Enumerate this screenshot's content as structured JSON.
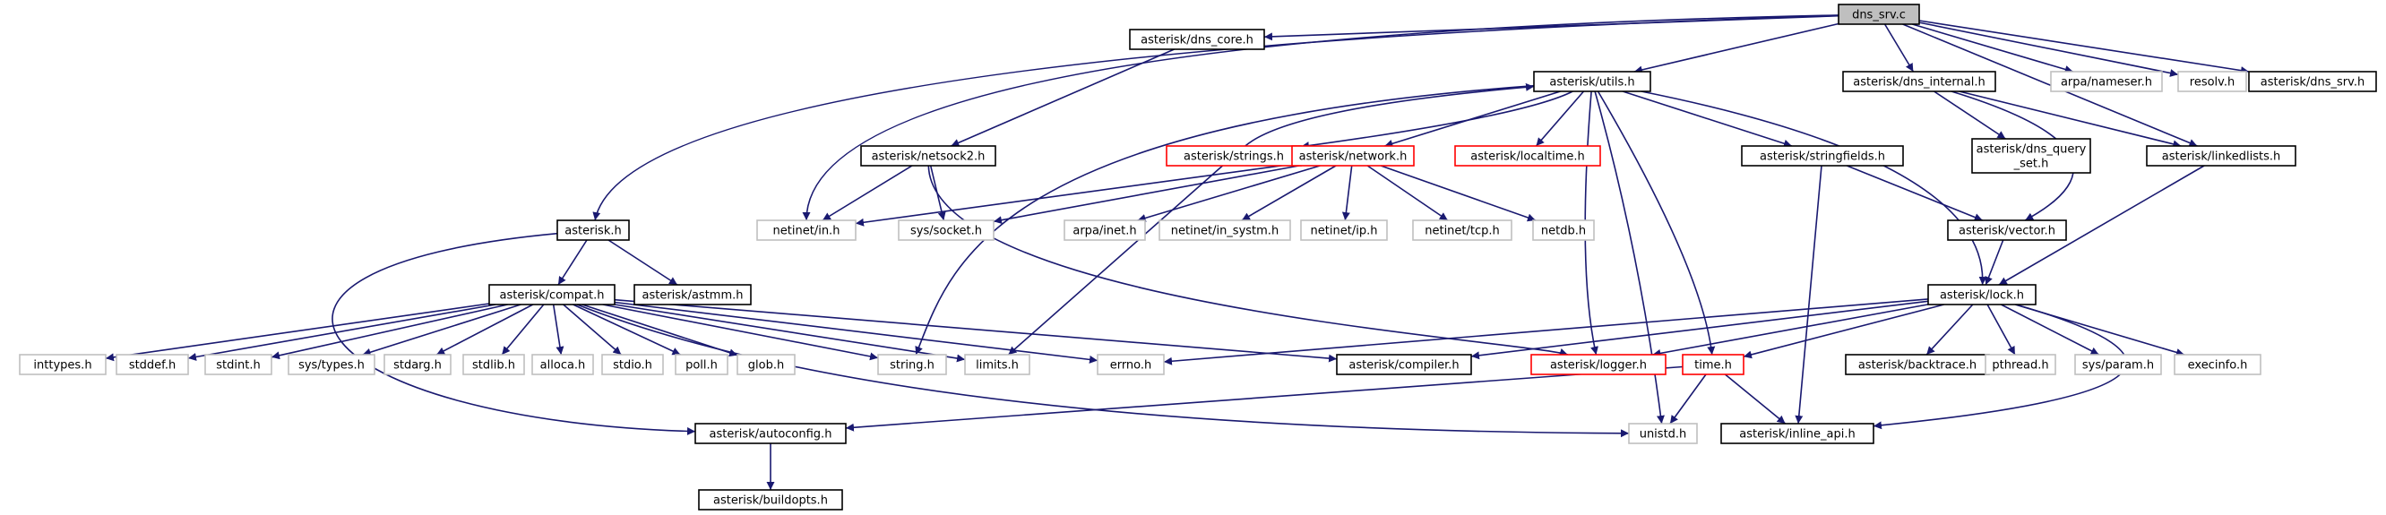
{
  "title": "dns_srv.c",
  "colors": {
    "edge": "#191970",
    "root_fill": "#bfbfbf",
    "documented_border": "#000000",
    "truncated_border": "#ff0000",
    "system_border": "#bfbfbf",
    "system_text": "#7f7f7f"
  },
  "nodes": [
    {
      "id": "dns_srv_c",
      "label": "dns_srv.c",
      "kind": "root"
    },
    {
      "id": "asterisk_h",
      "label": "asterisk.h",
      "kind": "documented"
    },
    {
      "id": "dns_core",
      "label": "asterisk/dns_core.h",
      "kind": "documented"
    },
    {
      "id": "utils",
      "label": "asterisk/utils.h",
      "kind": "documented"
    },
    {
      "id": "dns_internal",
      "label": "asterisk/dns_internal.h",
      "kind": "documented"
    },
    {
      "id": "nameser",
      "label": "arpa/nameser.h",
      "kind": "system"
    },
    {
      "id": "resolv",
      "label": "resolv.h",
      "kind": "system"
    },
    {
      "id": "dns_srv_h",
      "label": "asterisk/dns_srv.h",
      "kind": "documented"
    },
    {
      "id": "netsock2",
      "label": "asterisk/netsock2.h",
      "kind": "documented"
    },
    {
      "id": "strings",
      "label": "asterisk/strings.h",
      "kind": "truncated"
    },
    {
      "id": "network",
      "label": "asterisk/network.h",
      "kind": "truncated"
    },
    {
      "id": "localtime",
      "label": "asterisk/localtime.h",
      "kind": "truncated"
    },
    {
      "id": "stringfields",
      "label": "asterisk/stringfields.h",
      "kind": "documented"
    },
    {
      "id": "dns_query_set",
      "label": "asterisk/dns_query\n_set.h",
      "kind": "documented"
    },
    {
      "id": "linkedlists",
      "label": "asterisk/linkedlists.h",
      "kind": "documented"
    },
    {
      "id": "netinet_in",
      "label": "netinet/in.h",
      "kind": "system"
    },
    {
      "id": "sys_socket",
      "label": "sys/socket.h",
      "kind": "system"
    },
    {
      "id": "arpa_inet",
      "label": "arpa/inet.h",
      "kind": "system"
    },
    {
      "id": "in_systm",
      "label": "netinet/in_systm.h",
      "kind": "system"
    },
    {
      "id": "netinet_ip",
      "label": "netinet/ip.h",
      "kind": "system"
    },
    {
      "id": "netinet_tcp",
      "label": "netinet/tcp.h",
      "kind": "system"
    },
    {
      "id": "netdb",
      "label": "netdb.h",
      "kind": "system"
    },
    {
      "id": "vector",
      "label": "asterisk/vector.h",
      "kind": "documented"
    },
    {
      "id": "compat",
      "label": "asterisk/compat.h",
      "kind": "documented"
    },
    {
      "id": "astmm",
      "label": "asterisk/astmm.h",
      "kind": "documented"
    },
    {
      "id": "lock",
      "label": "asterisk/lock.h",
      "kind": "documented"
    },
    {
      "id": "inttypes",
      "label": "inttypes.h",
      "kind": "system"
    },
    {
      "id": "stddef",
      "label": "stddef.h",
      "kind": "system"
    },
    {
      "id": "stdint",
      "label": "stdint.h",
      "kind": "system"
    },
    {
      "id": "sys_types",
      "label": "sys/types.h",
      "kind": "system"
    },
    {
      "id": "stdarg",
      "label": "stdarg.h",
      "kind": "system"
    },
    {
      "id": "stdlib",
      "label": "stdlib.h",
      "kind": "system"
    },
    {
      "id": "alloca",
      "label": "alloca.h",
      "kind": "system"
    },
    {
      "id": "stdio",
      "label": "stdio.h",
      "kind": "system"
    },
    {
      "id": "poll",
      "label": "poll.h",
      "kind": "system"
    },
    {
      "id": "glob",
      "label": "glob.h",
      "kind": "system"
    },
    {
      "id": "string",
      "label": "string.h",
      "kind": "system"
    },
    {
      "id": "limits",
      "label": "limits.h",
      "kind": "system"
    },
    {
      "id": "errno",
      "label": "errno.h",
      "kind": "system"
    },
    {
      "id": "compiler",
      "label": "asterisk/compiler.h",
      "kind": "documented"
    },
    {
      "id": "logger",
      "label": "asterisk/logger.h",
      "kind": "truncated"
    },
    {
      "id": "time",
      "label": "time.h",
      "kind": "truncated"
    },
    {
      "id": "backtrace",
      "label": "asterisk/backtrace.h",
      "kind": "documented"
    },
    {
      "id": "pthread",
      "label": "pthread.h",
      "kind": "system"
    },
    {
      "id": "sys_param",
      "label": "sys/param.h",
      "kind": "system"
    },
    {
      "id": "execinfo",
      "label": "execinfo.h",
      "kind": "system"
    },
    {
      "id": "autoconfig",
      "label": "asterisk/autoconfig.h",
      "kind": "documented"
    },
    {
      "id": "unistd",
      "label": "unistd.h",
      "kind": "system"
    },
    {
      "id": "inline_api",
      "label": "asterisk/inline_api.h",
      "kind": "documented"
    },
    {
      "id": "buildopts",
      "label": "asterisk/buildopts.h",
      "kind": "documented"
    }
  ],
  "edges": [
    [
      "dns_srv_c",
      "asterisk_h"
    ],
    [
      "dns_srv_c",
      "dns_core"
    ],
    [
      "dns_srv_c",
      "utils"
    ],
    [
      "dns_srv_c",
      "dns_internal"
    ],
    [
      "dns_srv_c",
      "nameser"
    ],
    [
      "dns_srv_c",
      "resolv"
    ],
    [
      "dns_srv_c",
      "dns_srv_h"
    ],
    [
      "dns_srv_c",
      "netinet_in"
    ],
    [
      "dns_srv_c",
      "linkedlists"
    ],
    [
      "asterisk_h",
      "compat"
    ],
    [
      "asterisk_h",
      "astmm"
    ],
    [
      "asterisk_h",
      "autoconfig"
    ],
    [
      "dns_core",
      "netsock2"
    ],
    [
      "netsock2",
      "netinet_in"
    ],
    [
      "netsock2",
      "sys_socket"
    ],
    [
      "netsock2",
      "logger"
    ],
    [
      "utils",
      "strings"
    ],
    [
      "utils",
      "network"
    ],
    [
      "utils",
      "localtime"
    ],
    [
      "utils",
      "stringfields"
    ],
    [
      "utils",
      "lock"
    ],
    [
      "utils",
      "string"
    ],
    [
      "utils",
      "logger"
    ],
    [
      "utils",
      "time"
    ],
    [
      "utils",
      "unistd"
    ],
    [
      "strings",
      "utils"
    ],
    [
      "strings",
      "limits"
    ],
    [
      "network",
      "netinet_in"
    ],
    [
      "network",
      "sys_socket"
    ],
    [
      "network",
      "arpa_inet"
    ],
    [
      "network",
      "in_systm"
    ],
    [
      "network",
      "netinet_ip"
    ],
    [
      "network",
      "netinet_tcp"
    ],
    [
      "network",
      "netdb"
    ],
    [
      "stringfields",
      "vector"
    ],
    [
      "stringfields",
      "inline_api"
    ],
    [
      "dns_internal",
      "dns_query_set"
    ],
    [
      "dns_internal",
      "vector"
    ],
    [
      "dns_internal",
      "linkedlists"
    ],
    [
      "linkedlists",
      "lock"
    ],
    [
      "vector",
      "lock"
    ],
    [
      "compat",
      "inttypes"
    ],
    [
      "compat",
      "stddef"
    ],
    [
      "compat",
      "stdint"
    ],
    [
      "compat",
      "sys_types"
    ],
    [
      "compat",
      "stdarg"
    ],
    [
      "compat",
      "stdlib"
    ],
    [
      "compat",
      "alloca"
    ],
    [
      "compat",
      "stdio"
    ],
    [
      "compat",
      "poll"
    ],
    [
      "compat",
      "glob"
    ],
    [
      "compat",
      "string"
    ],
    [
      "compat",
      "limits"
    ],
    [
      "compat",
      "errno"
    ],
    [
      "compat",
      "compiler"
    ],
    [
      "compat",
      "unistd"
    ],
    [
      "lock",
      "errno"
    ],
    [
      "lock",
      "compiler"
    ],
    [
      "lock",
      "logger"
    ],
    [
      "lock",
      "time"
    ],
    [
      "lock",
      "backtrace"
    ],
    [
      "lock",
      "pthread"
    ],
    [
      "lock",
      "sys_param"
    ],
    [
      "lock",
      "execinfo"
    ],
    [
      "lock",
      "inline_api"
    ],
    [
      "time",
      "autoconfig"
    ],
    [
      "time",
      "unistd"
    ],
    [
      "time",
      "inline_api"
    ],
    [
      "autoconfig",
      "buildopts"
    ]
  ]
}
